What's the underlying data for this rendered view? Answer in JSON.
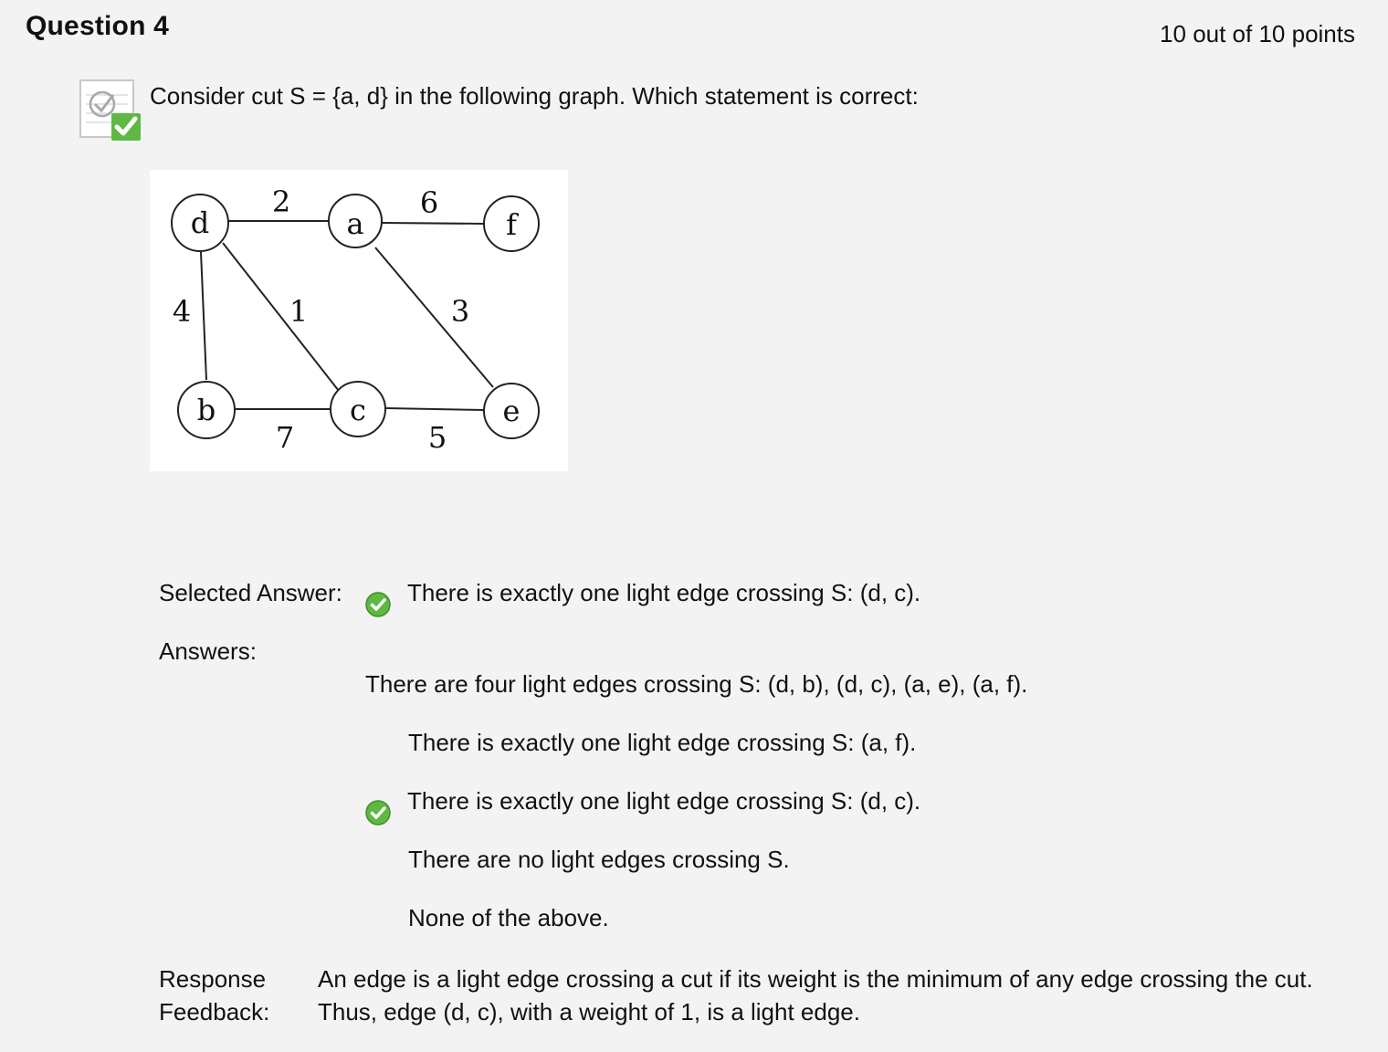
{
  "header": {
    "title": "Question 4",
    "points": "10 out of 10 points"
  },
  "question": {
    "text": "Consider cut S = {a, d} in the following graph. Which statement is correct:",
    "status_icon": "graded-correct-icon"
  },
  "graph": {
    "nodes": [
      "d",
      "a",
      "f",
      "b",
      "c",
      "e"
    ],
    "edges": [
      {
        "from": "d",
        "to": "a",
        "weight": "2"
      },
      {
        "from": "a",
        "to": "f",
        "weight": "6"
      },
      {
        "from": "d",
        "to": "b",
        "weight": "4"
      },
      {
        "from": "d",
        "to": "c",
        "weight": "1"
      },
      {
        "from": "a",
        "to": "e",
        "weight": "3"
      },
      {
        "from": "b",
        "to": "c",
        "weight": "7"
      },
      {
        "from": "c",
        "to": "e",
        "weight": "5"
      }
    ]
  },
  "selected": {
    "label": "Selected Answer:",
    "text": "There is exactly one light edge crossing S: (d, c).",
    "icon": "correct-check-icon"
  },
  "answers": {
    "label": "Answers:",
    "items": [
      {
        "text": "There are four light edges crossing S: (d, b), (d, c), (a, e), (a, f).",
        "correct": false
      },
      {
        "text": "There is exactly one light edge crossing S: (a, f).",
        "correct": false
      },
      {
        "text": "There is exactly one light edge crossing S: (d, c).",
        "correct": true
      },
      {
        "text": "There are no light edges crossing S.",
        "correct": false
      },
      {
        "text": "None of the above.",
        "correct": false
      }
    ]
  },
  "feedback": {
    "label": "Response Feedback:",
    "text": "An edge is a light edge crossing a cut if its weight is the minimum of any edge crossing the cut. Thus, edge (d, c), with a weight of 1, is a light edge."
  },
  "colors": {
    "background": "#f3f3f3",
    "check_green": "#5fb843"
  }
}
